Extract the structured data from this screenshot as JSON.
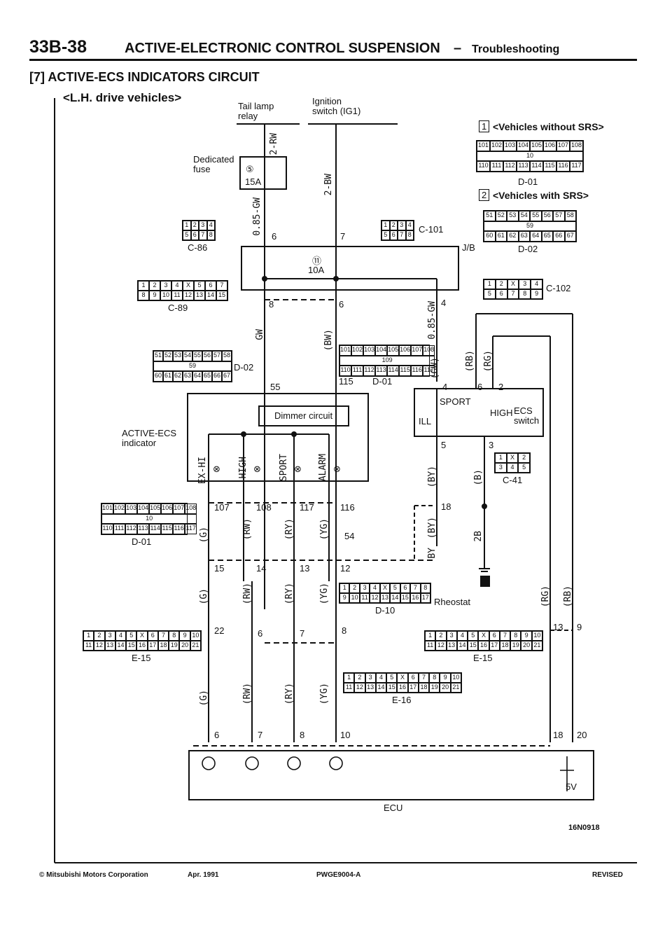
{
  "header": {
    "section_code": "33B-38",
    "title": "ACTIVE-ELECTRONIC CONTROL SUSPENSION",
    "dash": "–",
    "subtitle": "Troubleshooting"
  },
  "section": {
    "title": "[7] ACTIVE-ECS INDICATORS CIRCUIT",
    "variant": "<L.H. drive vehicles>"
  },
  "labels": {
    "tail_lamp_relay": [
      "Tail lamp",
      "relay"
    ],
    "ignition_switch": [
      "Ignition",
      "switch (IG1)"
    ],
    "dedicated_fuse": [
      "Dedicated",
      "fuse"
    ],
    "fuse_5": "⑤",
    "fuse_15a": "15A",
    "fuse_11": "⑪",
    "fuse_10a": "10A",
    "jb": "J/B",
    "dimmer": "Dimmer circuit",
    "indicator": [
      "ACTIVE-ECS",
      "indicator"
    ],
    "ecs_switch": [
      "ECS",
      "switch"
    ],
    "sport": "SPORT",
    "high": "HIGH",
    "ill": "ILL",
    "rheostat": "Rheostat",
    "ecu": "ECU",
    "five_v": "5V",
    "diagram_code": "16N0918",
    "no_srs": "<Vehicles without SRS>",
    "with_srs": "<Vehicles with SRS>",
    "ref_1": "1",
    "ref_2": "2"
  },
  "connectors": {
    "c86": "C-86",
    "c89": "C-89",
    "c101": "C-101",
    "c102": "C-102",
    "c41": "C-41",
    "d01": "D-01",
    "d01_left": "D-01",
    "d02": "D-02",
    "d02_right": "D-02",
    "d01_right": "D-01",
    "d10": "D-10",
    "e15_left": "E-15",
    "e15_right": "E-15",
    "e16": "E-16"
  },
  "lamps": [
    "EX-HI",
    "HIGH",
    "SPORT",
    "ALARM"
  ],
  "wires": {
    "w2rw": "2-RW",
    "w085gw_a": "0.85-GW",
    "w2bw": "2-BW",
    "w085gw_b": "0.85-GW",
    "gw_a": "GW",
    "bw_a": "(BW)",
    "gw_b": "(GW)",
    "rb_a": "(RB)",
    "rg_a": "(RG)",
    "g_a": "(G)",
    "rw_a": "(RW)",
    "ry_a": "(RY)",
    "yg_a": "(YG)",
    "by_a": "(BY)",
    "b_a": "(B)",
    "by_b": "(BY)",
    "by_c": "BY",
    "b2": "2B",
    "g_b": "(G)",
    "rw_b": "(RW)",
    "ry_b": "(RY)",
    "yg_b": "(YG)",
    "rg_b": "(RG)",
    "rb_b": "(RB)",
    "g_c": "(G)",
    "rw_c": "(RW)",
    "ry_c": "(RY)",
    "yg_c": "(YG)"
  },
  "pins": {
    "p6a": "6",
    "p7a": "7",
    "p8a": "8",
    "p6b": "6",
    "p4a": "4",
    "p55": "55",
    "p115": "115",
    "p4b": "4",
    "p6c": "6",
    "p2": "2",
    "p5": "5",
    "p3": "3",
    "p107": "107",
    "p108": "108",
    "p117": "117",
    "p116": "116",
    "p54": "54",
    "p18a": "18",
    "p15": "15",
    "p14": "14",
    "p13a": "13",
    "p12": "12",
    "p22": "22",
    "p6d": "6",
    "p7b": "7",
    "p8b": "8",
    "p13b": "13",
    "p9": "9",
    "p6e": "6",
    "p7c": "7",
    "p8c": "8",
    "p10": "10",
    "p18b": "18",
    "p20": "20"
  },
  "footer": {
    "copyright": "© Mitsubishi Motors Corporation",
    "date": "Apr. 1991",
    "doc": "PWGE9004-A",
    "status": "REVISED"
  }
}
